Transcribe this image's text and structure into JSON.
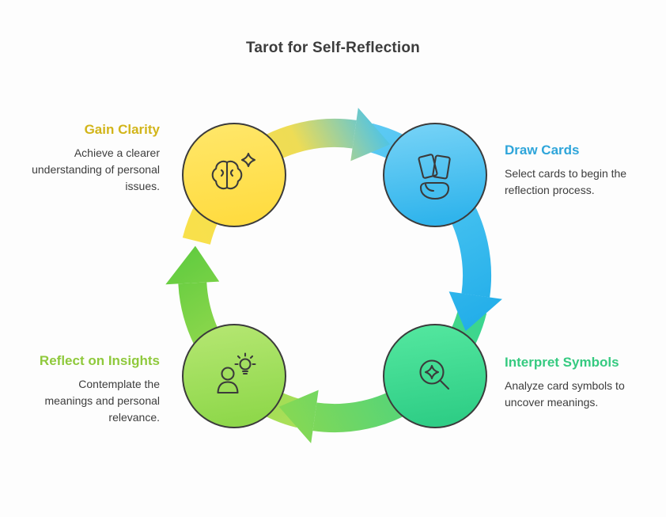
{
  "title": "Tarot for Self-Reflection",
  "palette": {
    "outline": "#3b3b3b",
    "text": "#3d3d3d",
    "background": "#fdfdfd"
  },
  "steps": [
    {
      "name": "gain-clarity",
      "label": "Gain Clarity",
      "description": "Achieve a clearer understanding of personal issues.",
      "heading_color": "#d2b51a",
      "icon": "brain-sparkle-icon",
      "circle_colors": [
        "#ffe76b",
        "#ffdc41"
      ]
    },
    {
      "name": "draw-cards",
      "label": "Draw Cards",
      "description": "Select cards to begin the reflection process.",
      "heading_color": "#2ea5da",
      "icon": "hand-cards-icon",
      "circle_colors": [
        "#79d4f7",
        "#30b4ec"
      ]
    },
    {
      "name": "interpret-symbols",
      "label": "Interpret Symbols",
      "description": "Analyze card symbols to uncover meanings.",
      "heading_color": "#35ca80",
      "icon": "magnifier-sparkle-icon",
      "circle_colors": [
        "#55e8a0",
        "#2fce86"
      ]
    },
    {
      "name": "reflect-on-insights",
      "label": "Reflect on Insights",
      "description": "Contemplate the meanings and personal relevance.",
      "heading_color": "#8fc93c",
      "icon": "person-idea-icon",
      "circle_colors": [
        "#b6e773",
        "#8fd84b"
      ]
    }
  ],
  "arrows": [
    {
      "name": "arrow-top",
      "from": "Gain Clarity",
      "to": "Draw Cards",
      "colors": [
        "#f8e04b",
        "#eedc55",
        "#49c3eb"
      ]
    },
    {
      "name": "arrow-right",
      "from": "Draw Cards",
      "to": "Interpret Symbols",
      "colors": [
        "#5bc9f3",
        "#3fbeef",
        "#23aee9"
      ]
    },
    {
      "name": "arrow-bottom",
      "from": "Interpret Symbols",
      "to": "Reflect on Insights",
      "colors": [
        "#3bd68f",
        "#5cd573",
        "#85d854"
      ]
    },
    {
      "name": "arrow-left",
      "from": "Reflect on Insights",
      "to": "Gain Clarity",
      "colors": [
        "#a9df58",
        "#8cd74c",
        "#63cc40"
      ]
    }
  ]
}
